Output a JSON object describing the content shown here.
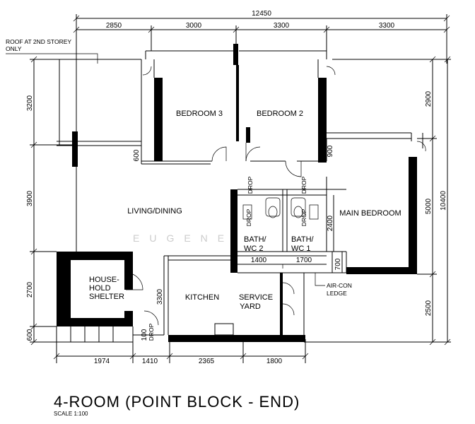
{
  "dimensions": {
    "overall_width": "12450",
    "top": [
      "2850",
      "3000",
      "3300",
      "3300"
    ],
    "bottom": [
      "1974",
      "1410",
      "2365",
      "1800"
    ],
    "left": [
      "3200",
      "3900",
      "2700",
      "600"
    ],
    "right_outer": "10400",
    "right": [
      "2900",
      "5000",
      "2500"
    ],
    "inner": {
      "d600": "600",
      "d900": "900",
      "d2400": "2400",
      "d1400": "1400",
      "d1700": "1700",
      "d700": "700",
      "d3300": "3300",
      "d100": "100"
    }
  },
  "notes": {
    "roof_line1": "ROOF AT 2ND STOREY",
    "roof_line2": "ONLY",
    "aircon_line1": "AIR-CON",
    "aircon_line2": "LEDGE"
  },
  "rooms": {
    "bedroom3": "BEDROOM 3",
    "bedroom2": "BEDROOM 2",
    "living": "LIVING/DINING",
    "main_bedroom": "MAIN BEDROOM",
    "bath2_line1": "BATH/",
    "bath2_line2": "WC 2",
    "bath1_line1": "BATH/",
    "bath1_line2": "WC 1",
    "shelter_line1": "HOUSE-",
    "shelter_line2": "HOLD",
    "shelter_line3": "SHELTER",
    "kitchen": "KITCHEN",
    "service_line1": "SERVICE",
    "service_line2": "YARD"
  },
  "drop_label": "DROP",
  "watermark": "EUGENE",
  "title": "4-ROOM (POINT BLOCK - END)",
  "scale": "SCALE  1:100"
}
